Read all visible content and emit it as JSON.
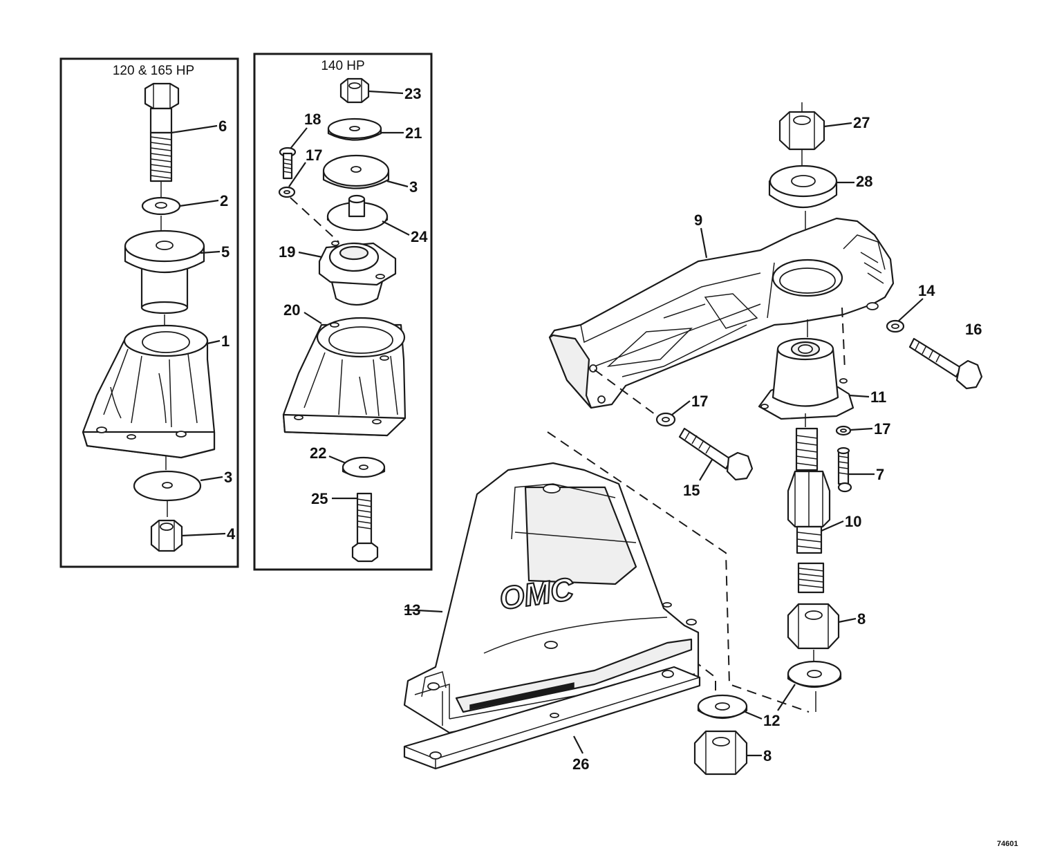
{
  "panels": {
    "left_header": "120 & 165 HP",
    "middle_header": "140 HP"
  },
  "callouts": {
    "c1": "1",
    "c2": "2",
    "c3a": "3",
    "c4": "4",
    "c5": "5",
    "c6": "6",
    "c3b": "3",
    "c17a": "17",
    "c18": "18",
    "c19": "19",
    "c20": "20",
    "c21": "21",
    "c22": "22",
    "c23": "23",
    "c24": "24",
    "c25": "25",
    "c7": "7",
    "c8a": "8",
    "c8b": "8",
    "c9": "9",
    "c10": "10",
    "c11": "11",
    "c12": "12",
    "c13": "13",
    "c14": "14",
    "c15": "15",
    "c16": "16",
    "c17b": "17",
    "c17c": "17",
    "c26": "26",
    "c27": "27",
    "c28": "28"
  },
  "logo": "OMC",
  "drawing_code": "74601"
}
